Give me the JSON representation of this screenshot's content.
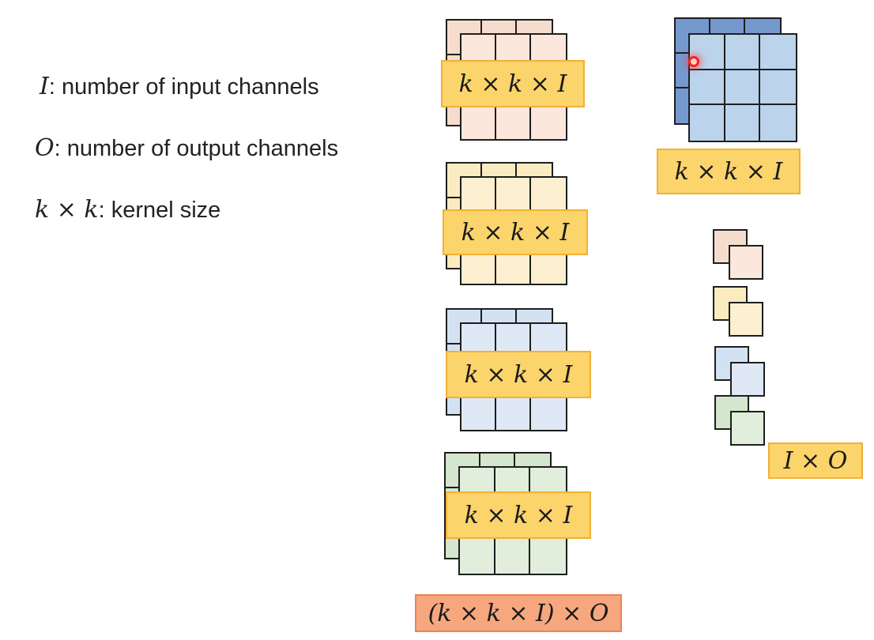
{
  "definitions": {
    "input_symbol": "I",
    "input_text": ": number of input channels",
    "output_symbol": "O",
    "output_text": ": number of output channels",
    "kernel_symbol": "k × k",
    "kernel_text": ": kernel size"
  },
  "filters": [
    {
      "label": "k × k × I",
      "color_back": "#f6dccd",
      "color_front": "#fbe7dc"
    },
    {
      "label": "k × k × I",
      "color_back": "#fbebc0",
      "color_front": "#fdf0d0"
    },
    {
      "label": "k × k × I",
      "color_back": "#d2e2f3",
      "color_front": "#dfe9f5"
    },
    {
      "label": "k × k × I",
      "color_back": "#d4e6cd",
      "color_front": "#e1eedb"
    }
  ],
  "filters_total_label": "(k × k × I) × O",
  "depthwise_filter": {
    "label": "k × k × I",
    "color_back": "#7598cf",
    "color_front": "#bcd3ec"
  },
  "pointwise": {
    "label": "I × O",
    "colors": [
      {
        "back": "#f6dccd",
        "front": "#fbe7dc"
      },
      {
        "back": "#fbebc0",
        "front": "#fdf0d0"
      },
      {
        "back": "#d2e2f3",
        "front": "#dfe9f5"
      },
      {
        "back": "#d4e6cd",
        "front": "#e1eedb"
      }
    ]
  }
}
